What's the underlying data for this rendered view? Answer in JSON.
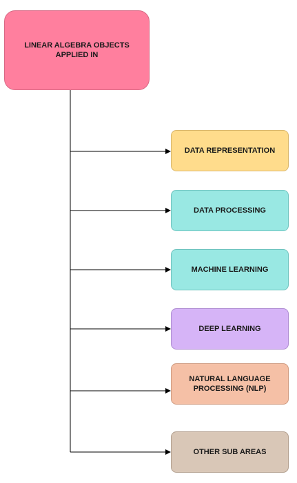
{
  "diagram": {
    "root": {
      "label": "LINEAR ALGEBRA OBJECTS APPLIED IN",
      "color": "#ff7f9e"
    },
    "children": [
      {
        "label": "DATA REPRESENTATION",
        "color": "#ffdc8c"
      },
      {
        "label": "DATA PROCESSING",
        "color": "#99e8e3"
      },
      {
        "label": "MACHINE LEARNING",
        "color": "#99e8e3"
      },
      {
        "label": "DEEP LEARNING",
        "color": "#d6b4f7"
      },
      {
        "label": "NATURAL LANGUAGE PROCESSING (NLP)",
        "color": "#f5c0a6"
      },
      {
        "label": "OTHER SUB AREAS",
        "color": "#d9c7b7"
      }
    ],
    "connector_color": "#000000"
  }
}
